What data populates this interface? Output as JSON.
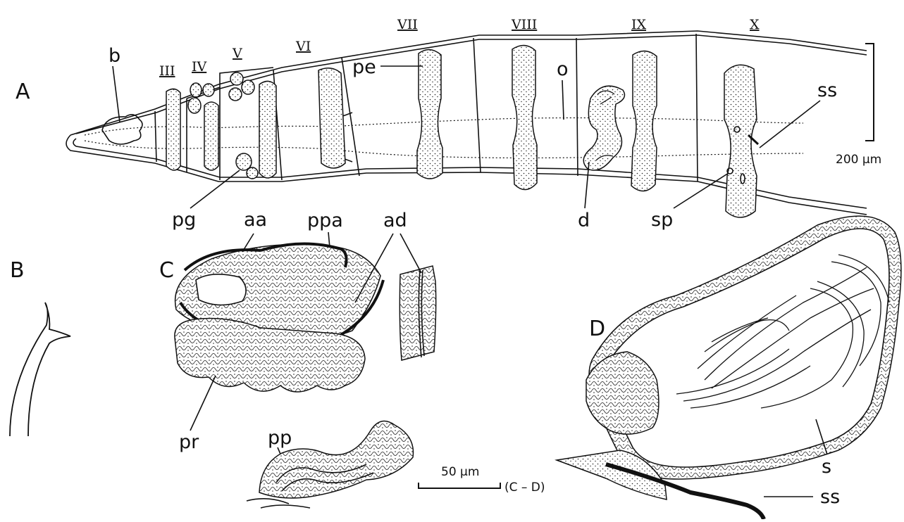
{
  "panels": [
    "A",
    "B",
    "C",
    "D"
  ],
  "segments": [
    "III",
    "IV",
    "V",
    "VI",
    "VII",
    "VIII",
    "IX",
    "X"
  ],
  "labels": {
    "b": "b",
    "pe": "pe",
    "o": "o",
    "ss": "ss",
    "pg": "pg",
    "d": "d",
    "sp": "sp",
    "aa": "aa",
    "ppa": "ppa",
    "ad": "ad",
    "pr": "pr",
    "pp": "pp",
    "s": "s"
  },
  "scale_a": "200 μm",
  "scale_cd": "50 μm",
  "scale_cd_note": "(C – D)"
}
